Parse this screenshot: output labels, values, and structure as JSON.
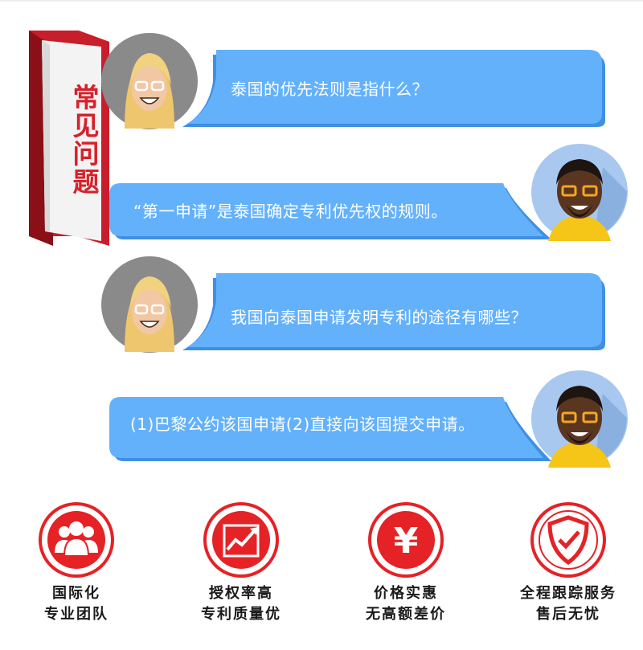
{
  "faq_title": "常见问题",
  "colors": {
    "bubble": "#64b1fb",
    "bubble_shadow": "#3e8fe5",
    "ribbon_red": "#d6212b",
    "ribbon_dark": "#8a0f17",
    "icon_red": "#e52226",
    "text_dark": "#1a1a1a"
  },
  "conversation": [
    {
      "speaker": "woman",
      "text": "泰国的优先法则是指什么？"
    },
    {
      "speaker": "man",
      "text": "“第一申请”是泰国确定专利优先权的规则。"
    },
    {
      "speaker": "woman",
      "text": "我国向泰国申请发明专利的途径有哪些？"
    },
    {
      "speaker": "man",
      "text": "(1)巴黎公约该国申请(2)直接向该国提交申请。"
    }
  ],
  "features": [
    {
      "icon": "team-icon",
      "line1": "国际化",
      "line2": "专业团队"
    },
    {
      "icon": "growth-chart-icon",
      "line1": "授权率高",
      "line2": "专利质量优"
    },
    {
      "icon": "yen-icon",
      "line1": "价格实惠",
      "line2": "无高额差价"
    },
    {
      "icon": "shield-check-icon",
      "line1": "全程跟踪服务",
      "line2": "售后无忧"
    }
  ]
}
